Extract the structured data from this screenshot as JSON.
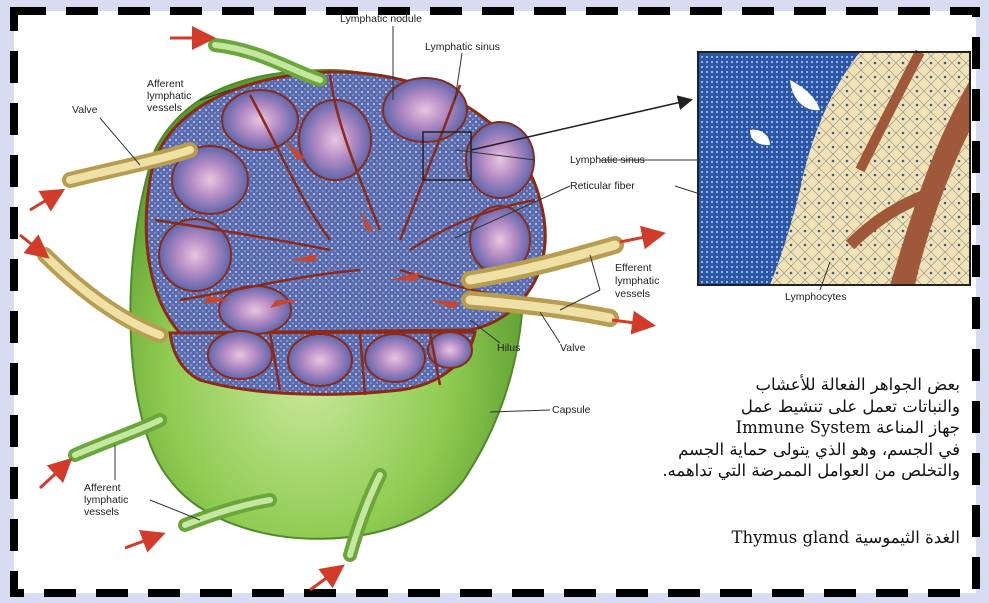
{
  "labels": {
    "lymphatic_nodule": "Lymphatic nodule",
    "lymphatic_sinus_top": "Lymphatic sinus",
    "afferent_top": [
      "Afferent",
      "lymphatic",
      "vessels"
    ],
    "valve_left": "Valve",
    "lymphatic_sinus_right": "Lymphatic sinus",
    "reticular_fiber": "Reticular fiber",
    "efferent": [
      "Efferent",
      "lymphatic",
      "vessels"
    ],
    "hilus": "Hilus",
    "valve_right": "Valve",
    "lymphocytes": "Lymphocytes",
    "capsule": "Capsule",
    "afferent_bottom": [
      "Afferent",
      "lymphatic",
      "vessels"
    ]
  },
  "text": {
    "line1": "بعض الجواهر الفعالة للأعشاب",
    "line2": "والنباتات تعمل على تنشيط عمل",
    "line3": "جهاز المناعة Immune System",
    "line4": "في الجسم، وهو الذي يتولى حماية الجسم",
    "line5": "والتخلص من العوامل الممرضة التي تداهمه.",
    "caption": "الغدة الثيموسية Thymus gland"
  },
  "colors": {
    "capsule": "#86c548",
    "node_fill": "#5d6fae",
    "septa": "#8b2a17",
    "arrows": "#d23a2a",
    "vessels": "#d8c98a",
    "frame": "#000000"
  }
}
